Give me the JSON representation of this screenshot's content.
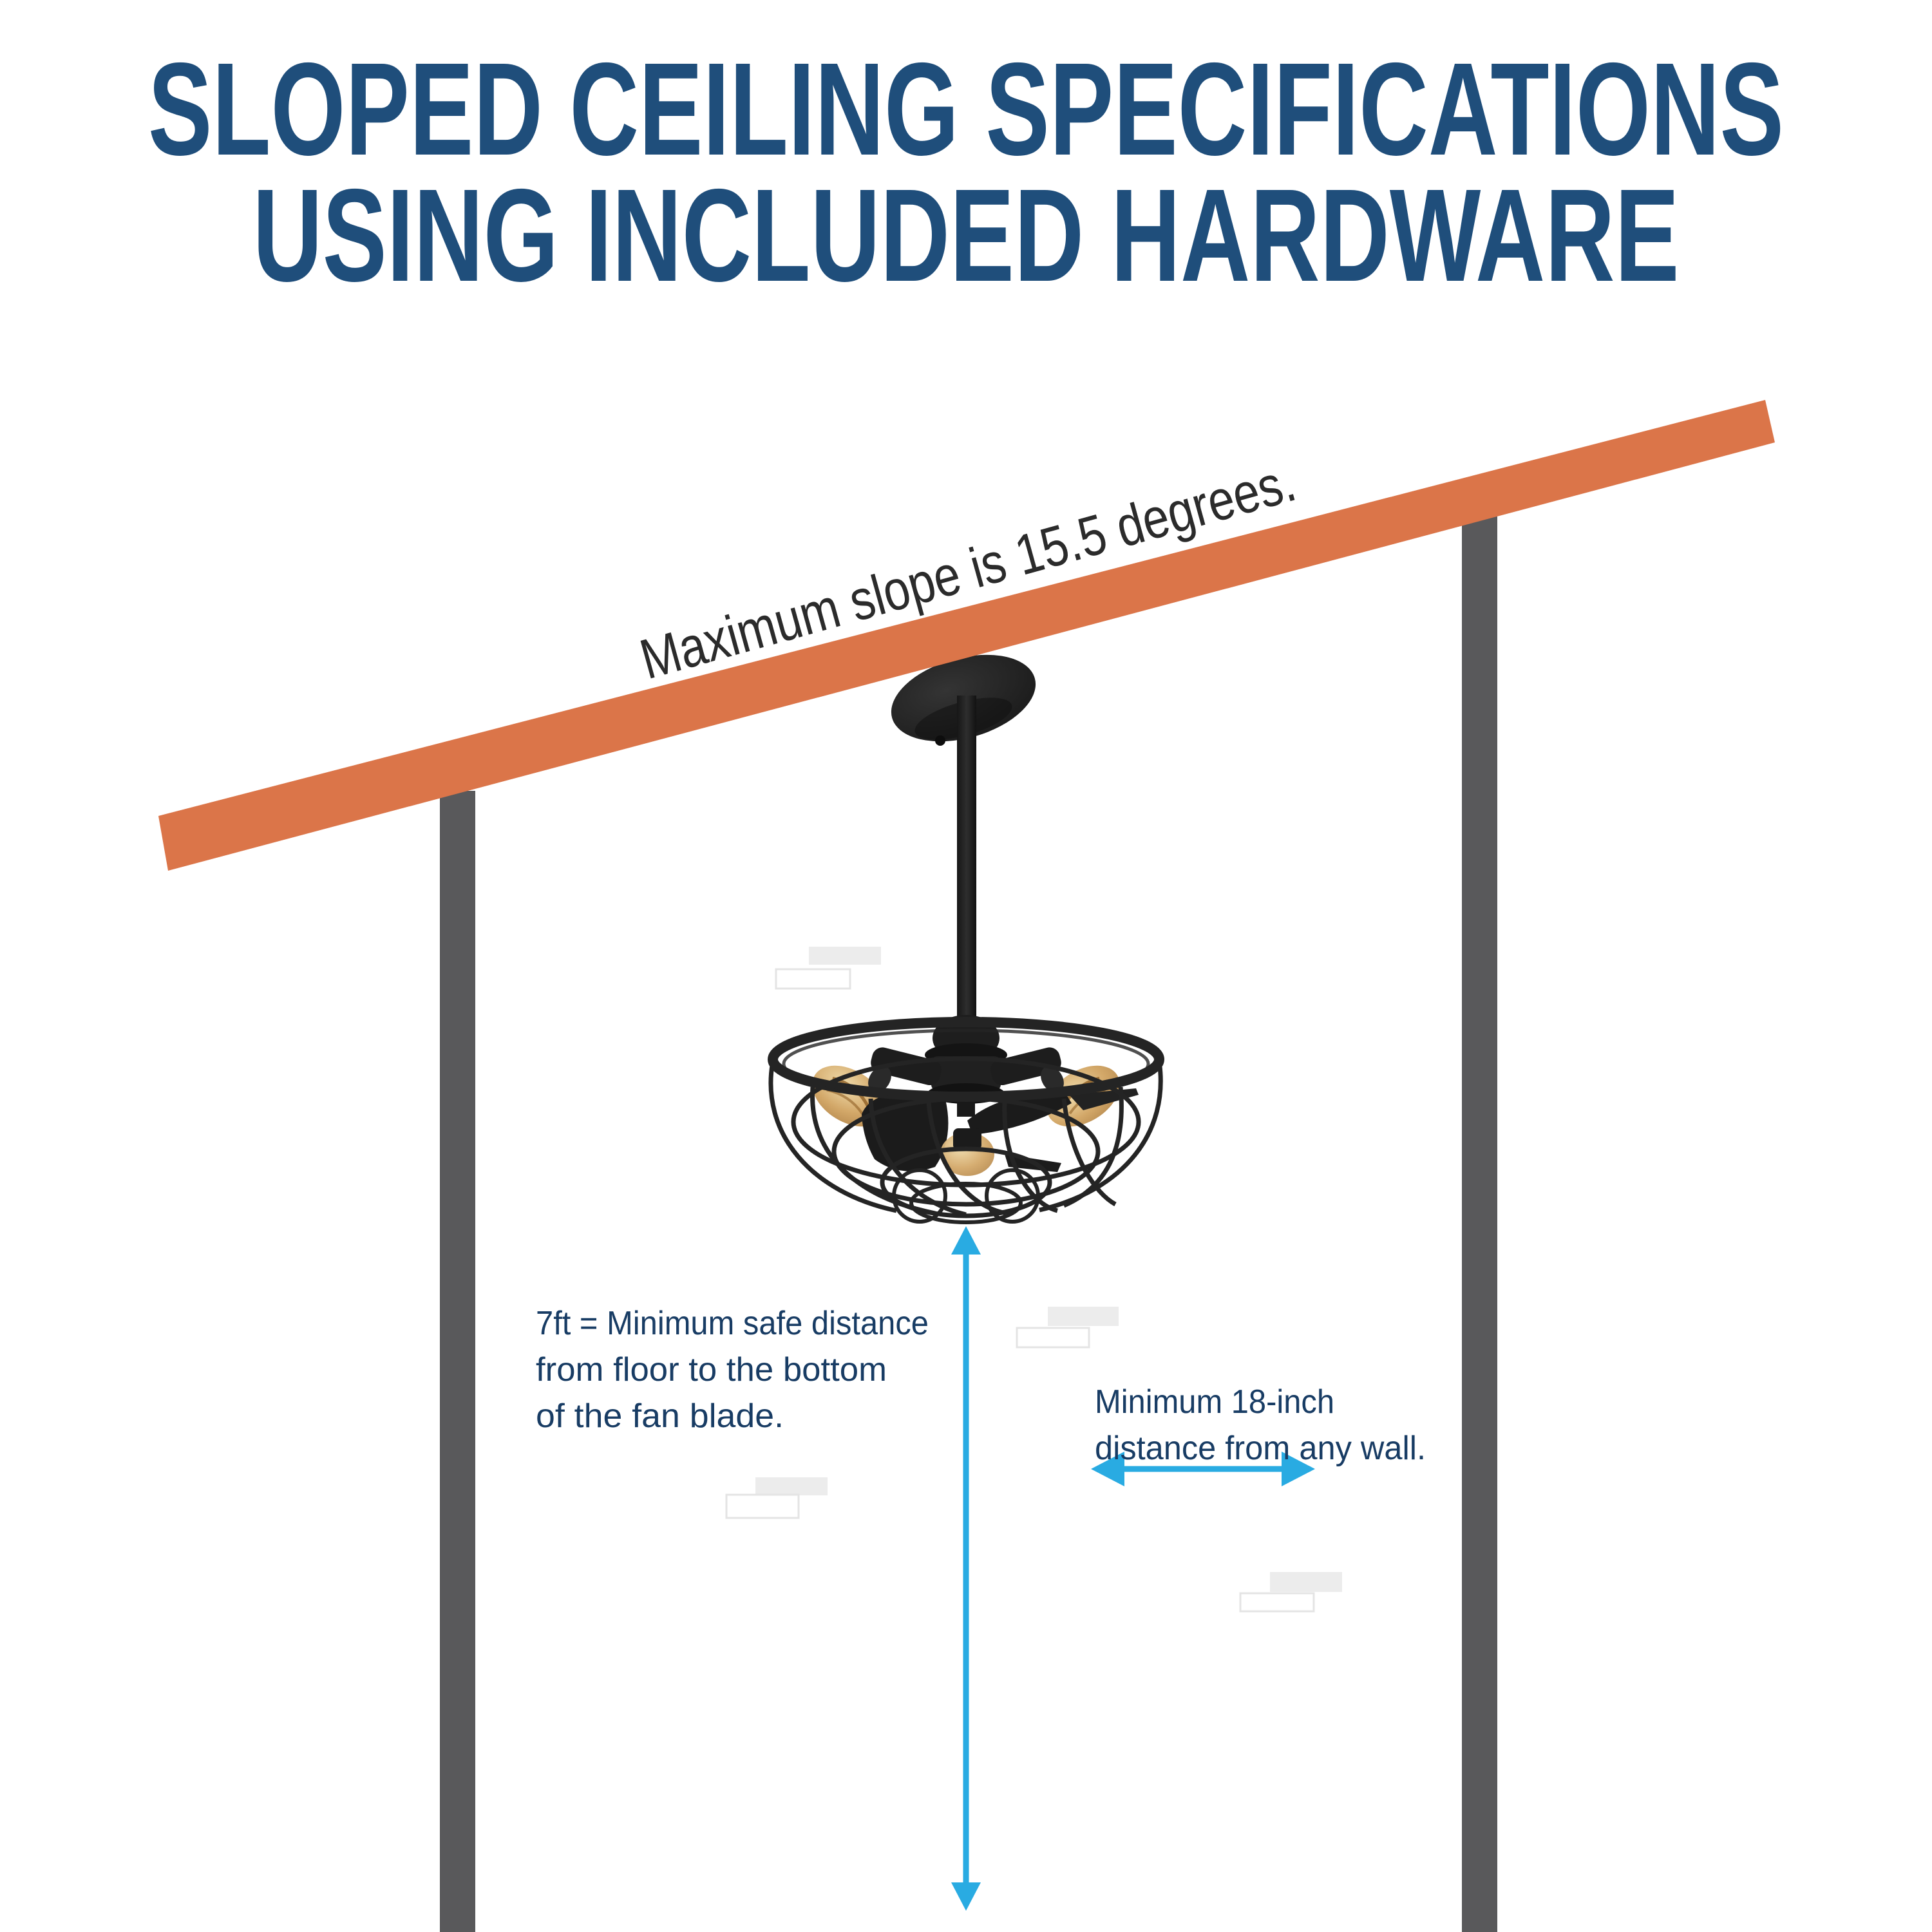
{
  "title": {
    "line1": "SLOPED CEILING SPECIFICATIONS",
    "line2": "USING INCLUDED HARDWARE"
  },
  "diagram": {
    "slope_label": "Maximum slope is 15.5 degrees.",
    "slope_angle_degrees": "15.5",
    "floor_clearance_note": {
      "line1": "7ft = Minimum safe distance",
      "line2": "from floor to the bottom",
      "line3": "of the fan blade."
    },
    "wall_clearance_note": {
      "line1": "Minimum 18-inch",
      "line2": "distance from any wall."
    }
  },
  "colors": {
    "background": "#FFFFFF",
    "title_text": "#1F4E7B",
    "body_text": "#183C64",
    "slope_label_text": "#2B2B2B",
    "ceiling_beam": "#DB7549",
    "wall": "#59595B",
    "arrow": "#29ABE2",
    "fan_black": "#1F1F1F",
    "cage_wire": "#242424",
    "bulb_glass": "#D3A869"
  }
}
